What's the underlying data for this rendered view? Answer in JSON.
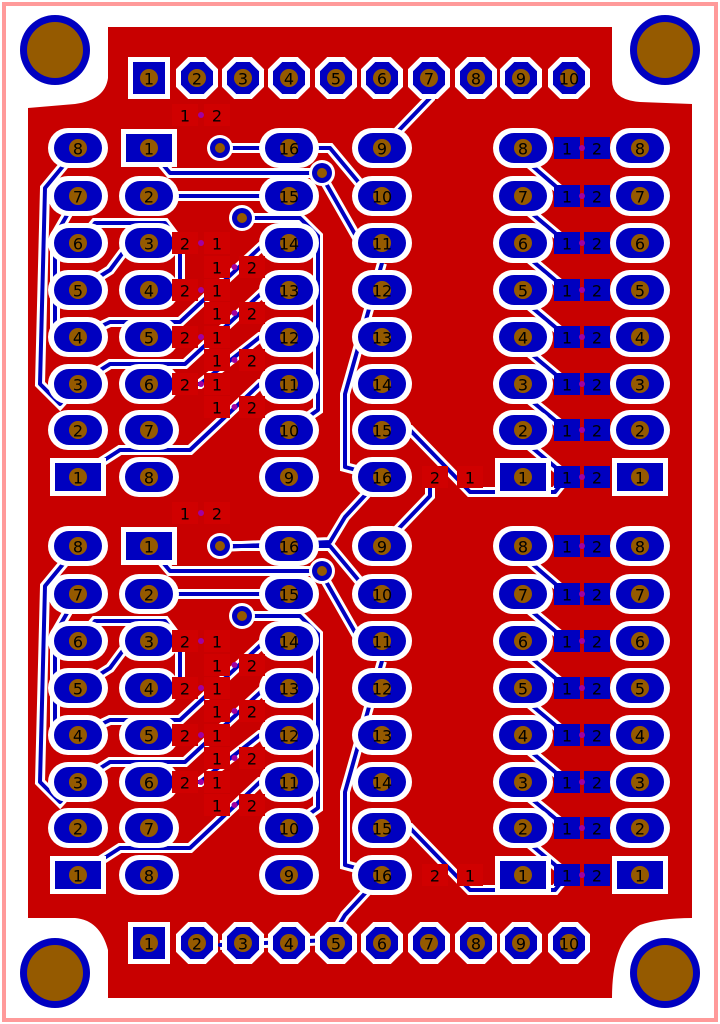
{
  "colors": {
    "outline": "#ff9a9a",
    "copper_pour": "#c80000",
    "pad_blue": "#0000c0",
    "drill": "#955a00",
    "clearance": "#ffffff",
    "via_dot": "#a000a0"
  },
  "top_header": {
    "labels": [
      "1",
      "2",
      "3",
      "4",
      "5",
      "6",
      "7",
      "8",
      "9",
      "10"
    ]
  },
  "bottom_header": {
    "labels": [
      "1",
      "2",
      "3",
      "4",
      "5",
      "6",
      "7",
      "8",
      "9",
      "10"
    ]
  },
  "blocks": [
    {
      "left_connector": [
        "8",
        "7",
        "6",
        "5",
        "4",
        "3",
        "2",
        "1"
      ],
      "dip_left": [
        "1",
        "2",
        "3",
        "4",
        "5",
        "6",
        "7",
        "8"
      ],
      "dip_right": [
        "16",
        "15",
        "14",
        "13",
        "12",
        "11",
        "10",
        "9"
      ],
      "right_connector": [
        "9",
        "10",
        "11",
        "12",
        "13",
        "14",
        "15",
        "16"
      ],
      "jumper_left": [
        "8",
        "7",
        "6",
        "5",
        "4",
        "3",
        "2",
        "1"
      ],
      "jumper_right": [
        "8",
        "7",
        "6",
        "5",
        "4",
        "3",
        "2",
        "1"
      ],
      "jumper_pads": [
        "1",
        "2"
      ],
      "resistors": [
        [
          "1",
          "2"
        ],
        [
          "2",
          "1"
        ],
        [
          "1",
          "2"
        ],
        [
          "2",
          "1"
        ],
        [
          "1",
          "2"
        ],
        [
          "2",
          "1"
        ],
        [
          "1",
          "2"
        ],
        [
          "2",
          "1"
        ],
        [
          "1",
          "2"
        ]
      ],
      "side_resistor": [
        "2",
        "1"
      ]
    },
    {
      "left_connector": [
        "8",
        "7",
        "6",
        "5",
        "4",
        "3",
        "2",
        "1"
      ],
      "dip_left": [
        "1",
        "2",
        "3",
        "4",
        "5",
        "6",
        "7",
        "8"
      ],
      "dip_right": [
        "16",
        "15",
        "14",
        "13",
        "12",
        "11",
        "10",
        "9"
      ],
      "right_connector": [
        "9",
        "10",
        "11",
        "12",
        "13",
        "14",
        "15",
        "16"
      ],
      "jumper_left": [
        "8",
        "7",
        "6",
        "5",
        "4",
        "3",
        "2",
        "1"
      ],
      "jumper_right": [
        "8",
        "7",
        "6",
        "5",
        "4",
        "3",
        "2",
        "1"
      ],
      "jumper_pads": [
        "1",
        "2"
      ],
      "resistors": [
        [
          "1",
          "2"
        ],
        [
          "2",
          "1"
        ],
        [
          "1",
          "2"
        ],
        [
          "2",
          "1"
        ],
        [
          "1",
          "2"
        ],
        [
          "2",
          "1"
        ],
        [
          "1",
          "2"
        ],
        [
          "2",
          "1"
        ],
        [
          "1",
          "2"
        ]
      ],
      "side_resistor": [
        "2",
        "1"
      ]
    }
  ]
}
